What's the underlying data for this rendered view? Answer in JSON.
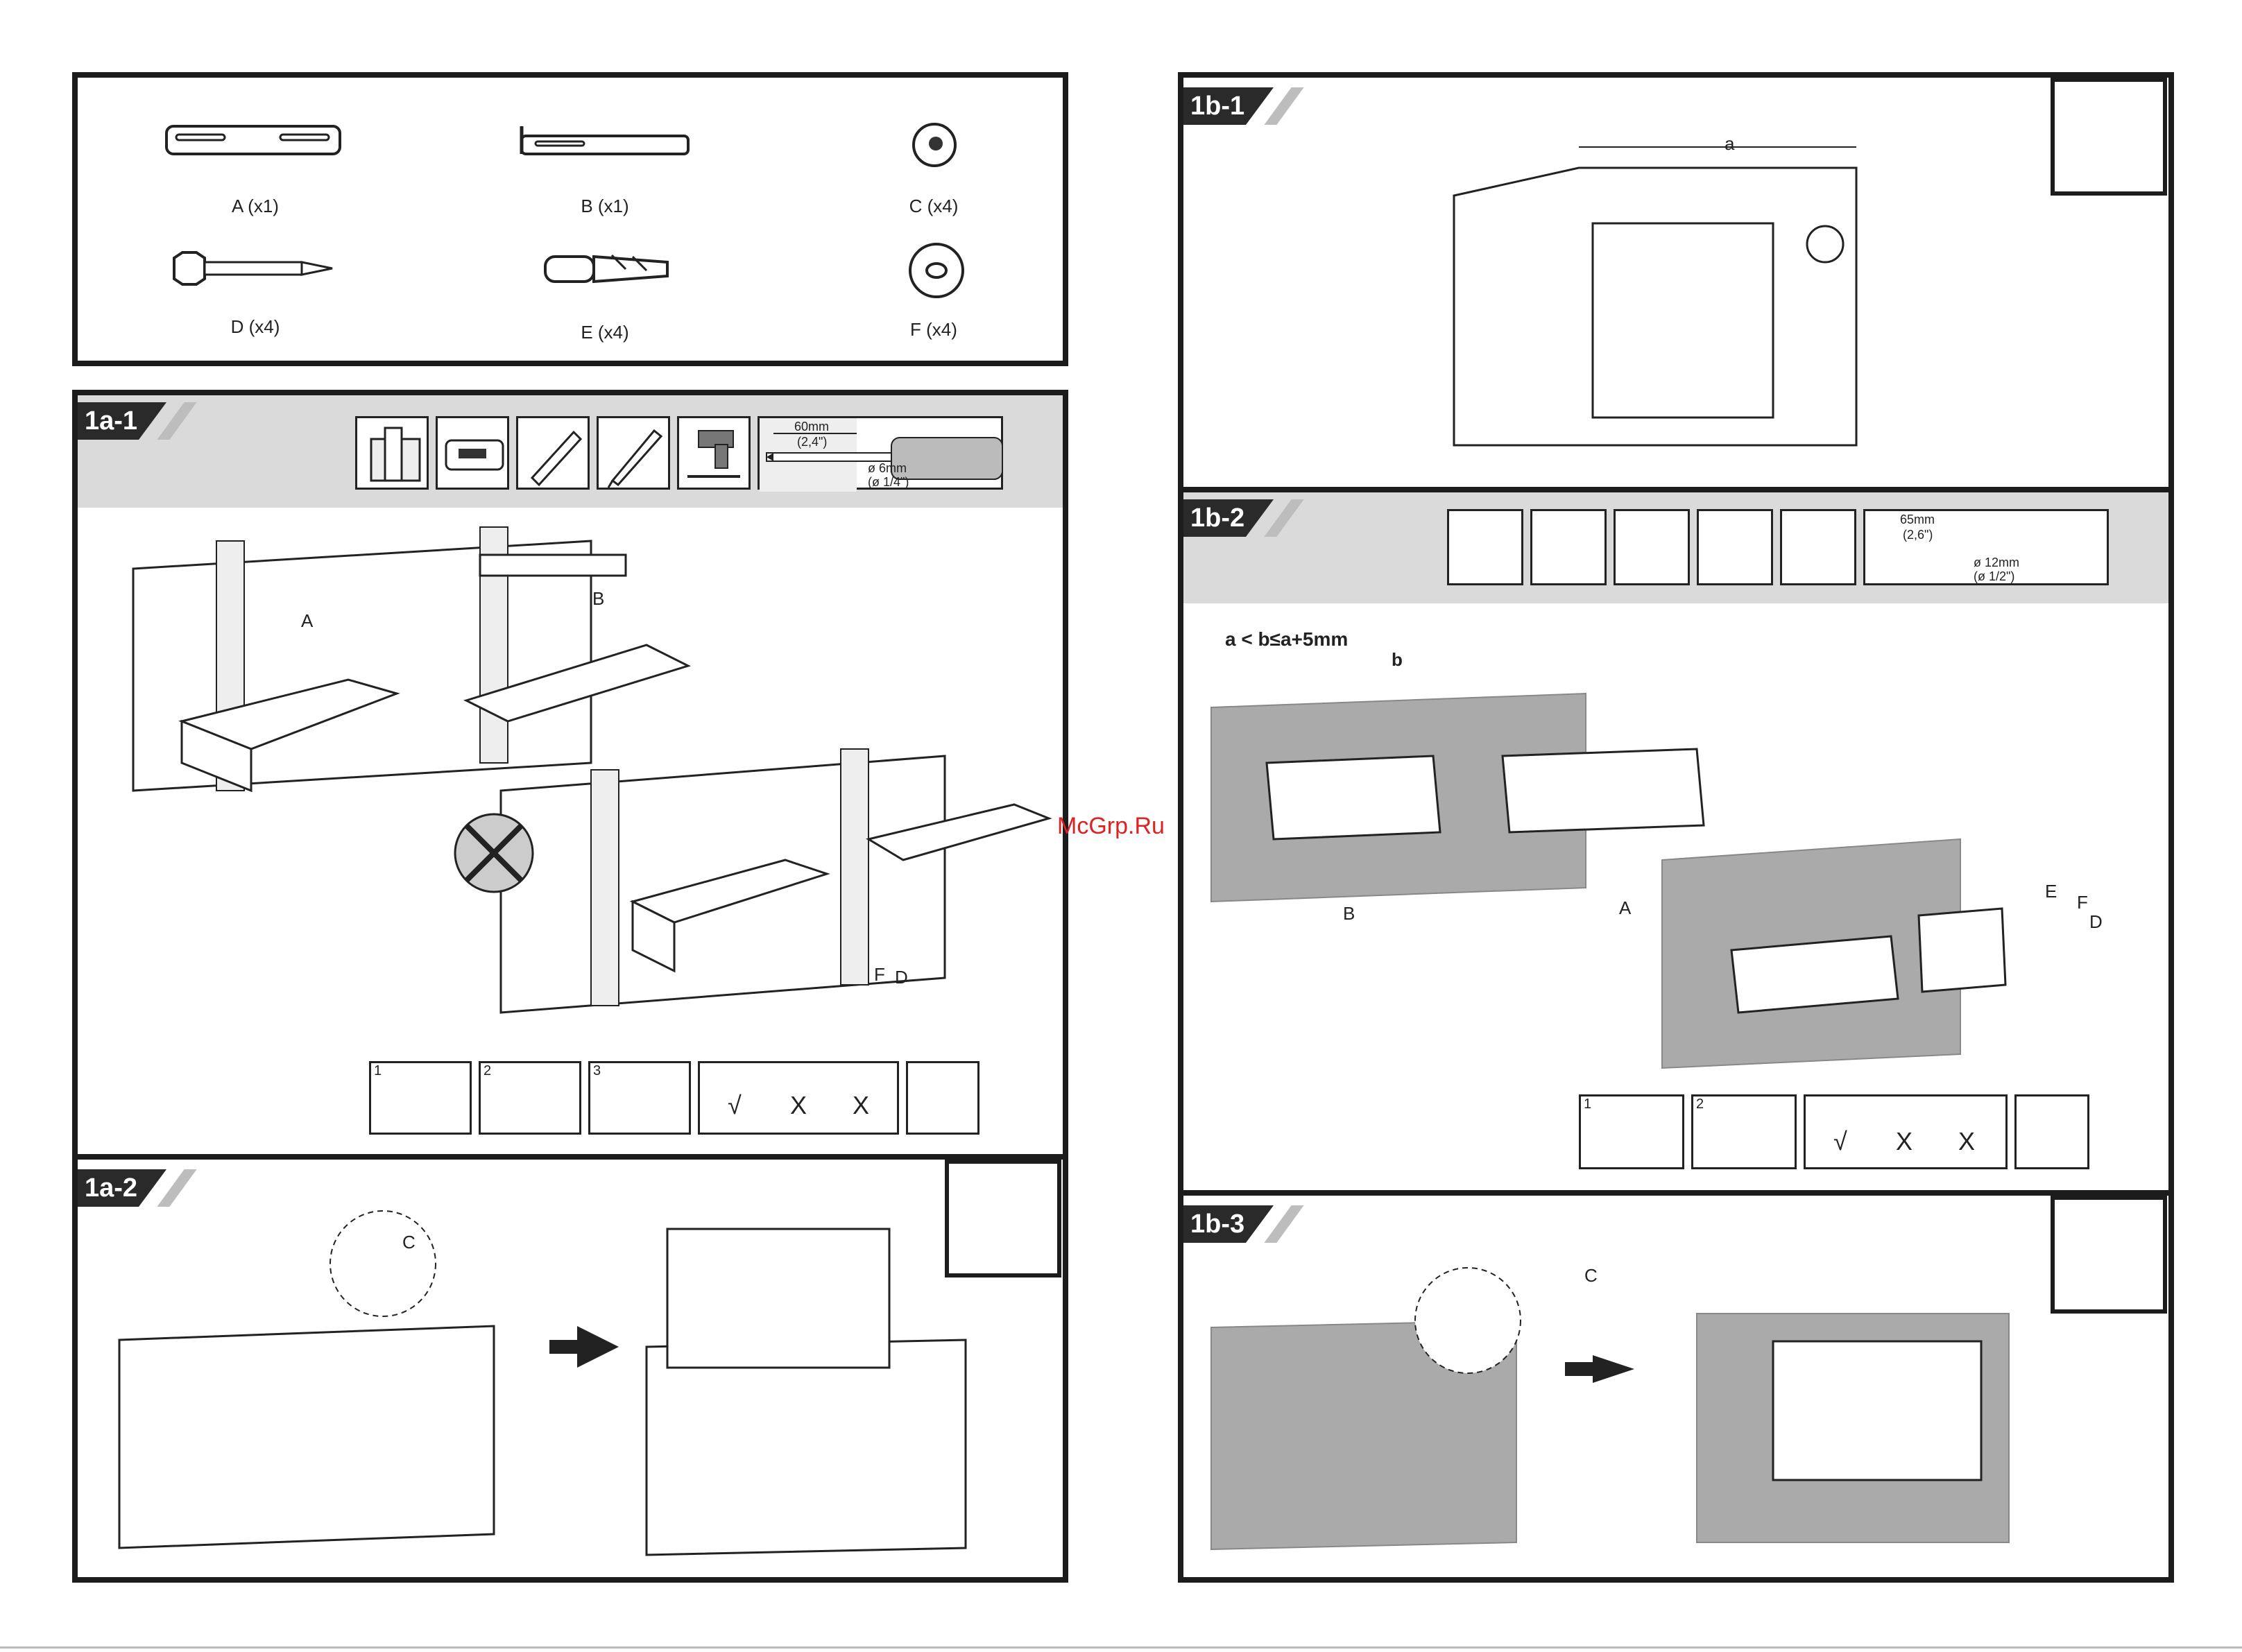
{
  "parts": [
    {
      "label": "A (x1)",
      "icon": "long-bracket-icon"
    },
    {
      "label": "B (x1)",
      "icon": "short-bracket-icon"
    },
    {
      "label": "C (x4)",
      "icon": "rubber-bumper-icon"
    },
    {
      "label": "D (x4)",
      "icon": "hex-screw-icon"
    },
    {
      "label": "E (x4)",
      "icon": "wall-plug-icon"
    },
    {
      "label": "F (x4)",
      "icon": "washer-icon"
    }
  ],
  "sections": {
    "s1a1": {
      "tag": "1a-1",
      "labels": {
        "a": "A",
        "b": "B",
        "f": "F",
        "d": "D"
      },
      "drill": {
        "depth_mm": "60mm",
        "depth_in": "(2,4\")",
        "dia_mm": "ø 6mm",
        "dia_in": "(ø 1/4\")"
      },
      "steps": [
        "1",
        "2",
        "3"
      ],
      "level_marks": [
        "√",
        "X",
        "X"
      ]
    },
    "s1a2": {
      "tag": "1a-2",
      "labels": {
        "c": "C"
      }
    },
    "s1b1": {
      "tag": "1b-1",
      "labels": {
        "a": "a"
      }
    },
    "s1b2": {
      "tag": "1b-2",
      "formula": "a < b≤a+5mm",
      "labels": {
        "b_dim": "b",
        "b": "B",
        "a": "A",
        "e": "E",
        "f": "F",
        "d": "D"
      },
      "drill": {
        "depth_mm": "65mm",
        "depth_in": "(2,6\")",
        "dia_mm": "ø 12mm",
        "dia_in": "(ø 1/2\")"
      },
      "steps": [
        "1",
        "2"
      ],
      "level_marks": [
        "√",
        "X",
        "X"
      ]
    },
    "s1b3": {
      "tag": "1b-3",
      "labels": {
        "c": "C"
      }
    }
  },
  "watermark": "McGrp.Ru"
}
